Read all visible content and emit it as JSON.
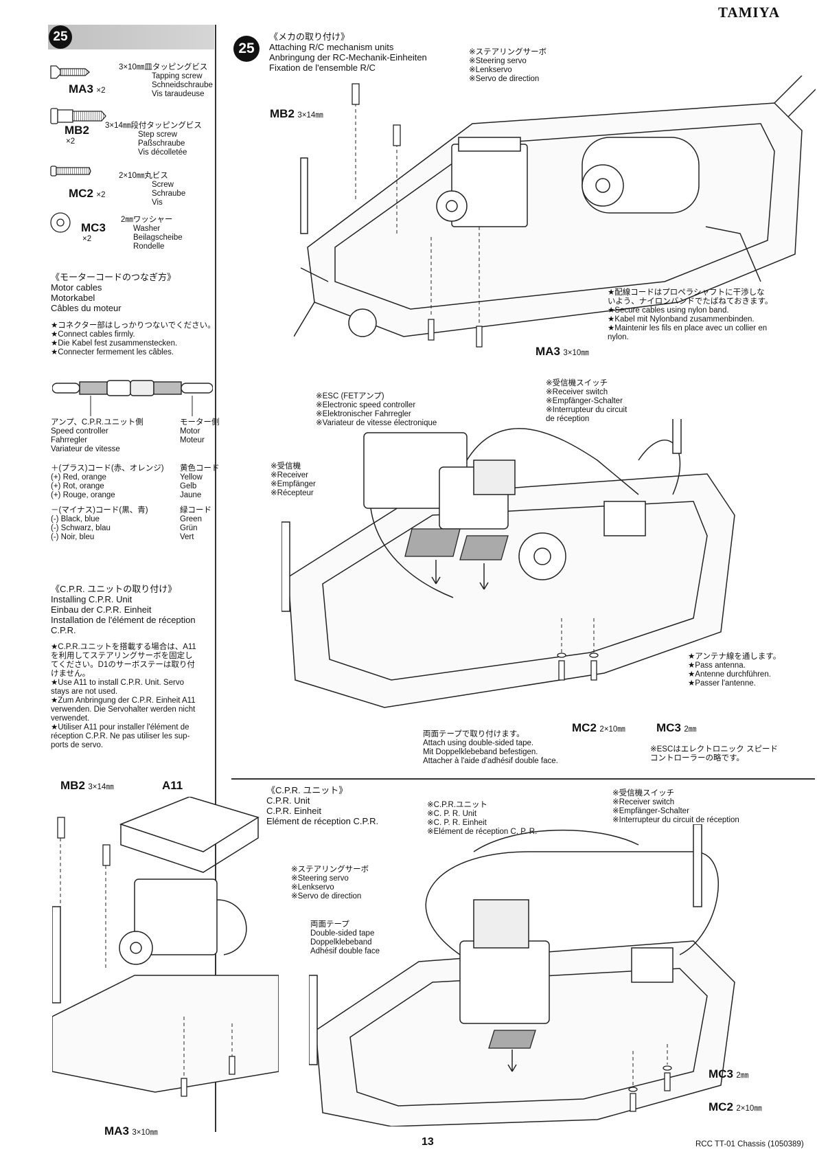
{
  "header": {
    "brand": "TAMIYA",
    "step": "25"
  },
  "parts": [
    {
      "code": "MA3",
      "qty": "×2",
      "jp": "3×10㎜皿タッピングビス",
      "en": "Tapping screw",
      "de": "Schneidschraube",
      "fr": "Vis taraudeuse"
    },
    {
      "code": "MB2",
      "qty": "×2",
      "jp": "3×14㎜段付タッピングビス",
      "en": "Step screw",
      "de": "Paßschraube",
      "fr": "Vis décolletée"
    },
    {
      "code": "MC2",
      "qty": "×2",
      "jp": "2×10㎜丸ビス",
      "en": "Screw",
      "de": "Schraube",
      "fr": "Vis"
    },
    {
      "code": "MC3",
      "qty": "×2",
      "jp": "2㎜ワッシャー",
      "en": "Washer",
      "de": "Beilagscheibe",
      "fr": "Rondelle"
    }
  ],
  "motor": {
    "title": [
      "《モーターコードのつなぎ方》",
      "Motor cables",
      "Motorkabel",
      "Câbles du moteur"
    ],
    "notes": [
      "★コネクター部はしっかりつないでください。",
      "★Connect cables firmly.",
      "★Die Kabel fest zusammenstecken.",
      "★Connecter fermement les câbles."
    ],
    "left": [
      "アンプ、C.P.R.ユニット側",
      "Speed controller",
      "Fahrregler",
      "Variateur de vitesse"
    ],
    "right": [
      "モーター側",
      "Motor",
      "Moteur"
    ],
    "plus_left": [
      "＋(プラス)コード(赤、オレンジ)",
      "(+) Red, orange",
      "(+) Rot, orange",
      "(+) Rouge, orange"
    ],
    "plus_right": [
      "黄色コード",
      "Yellow",
      "Gelb",
      "Jaune"
    ],
    "minus_left": [
      "－(マイナス)コード(黒、青)",
      "(-) Black, blue",
      "(-) Schwarz, blau",
      "(-) Noir, bleu"
    ],
    "minus_right": [
      "緑コード",
      "Green",
      "Grün",
      "Vert"
    ]
  },
  "cpr_install": {
    "title": [
      "《C.P.R. ユニットの取り付け》",
      "Installing C.P.R. Unit",
      "Einbau der C.P.R. Einheit",
      "Installation de l'élément de réception",
      "C.P.R."
    ],
    "notes": [
      "★C.P.R.ユニットを搭載する場合は、A11",
      "を利用してステアリングサーボを固定し",
      "てください。D1のサーボステーは取り付",
      "けません。",
      "★Use A11 to install C.P.R. Unit. Servo",
      "stays are not used.",
      "★Zum Anbringung der C.P.R. Einheit A11",
      "verwenden. Die Servohalter werden nicht",
      "verwendet.",
      "★Utiliser A11 pour installer l'élément de",
      "réception C.P.R. Ne pas utiliser les sup-",
      "ports de servo."
    ]
  },
  "main_title": [
    "《メカの取り付け》",
    "Attaching R/C mechanism units",
    "Anbringung der RC-Mechanik-Einheiten",
    "Fixation de l'ensemble R/C"
  ],
  "labels": {
    "steering_servo": [
      "※ステアリングサーボ",
      "※Steering servo",
      "※Lenkservo",
      "※Servo de direction"
    ],
    "mb2": "MB2",
    "mb2_size": "3×14㎜",
    "ma3": "MA3",
    "ma3_size": "3×10㎜",
    "nylon": [
      "★配線コードはプロペラシャフトに干渉しな",
      "いよう、ナイロンバンドでたばねておきます。",
      "★Secure cables using nylon band.",
      "★Kabel mit Nylonband zusammenbinden.",
      "★Maintenir les fils en place avec un collier en",
      "nylon."
    ],
    "esc": [
      "※ESC (FETアンプ)",
      "※Electronic speed controller",
      "※Elektronischer Fahrregler",
      "※Variateur de vitesse électronique"
    ],
    "receiver_switch": [
      "※受信機スイッチ",
      "※Receiver switch",
      "※Empfänger-Schalter",
      "※Interrupteur du circuit",
      "de réception"
    ],
    "receiver": [
      "※受信機",
      "※Receiver",
      "※Empfänger",
      "※Récepteur"
    ],
    "antenna": [
      "★アンテナ線を通します。",
      "★Pass antenna.",
      "★Antenne durchführen.",
      "★Passer l'antenne."
    ],
    "tape": [
      "両面テープで取り付けます。",
      "Attach using double-sided tape.",
      "Mit Doppelklebeband befestigen.",
      "Attacher à l'aide d'adhésif double face."
    ],
    "mc2": "MC2",
    "mc2_size": "2×10㎜",
    "mc3": "MC3",
    "mc3_size": "2㎜",
    "esc_note": [
      "※ESCはエレクトロニック スピード",
      "コントローラーの略です。"
    ]
  },
  "cpr_unit": {
    "title": [
      "《C.P.R. ユニット》",
      "C.P.R. Unit",
      "C.P.R. Einheit",
      "Elément de réception C.P.R."
    ],
    "mb2": "MB2",
    "mb2_size": "3×14㎜",
    "a11": "A11",
    "cpr": [
      "※C.P.R.ユニット",
      "※C. P. R. Unit",
      "※C. P. R. Einheit",
      "※Elément de réception C. P. R."
    ],
    "receiver_switch": [
      "※受信機スイッチ",
      "※Receiver switch",
      "※Empfänger-Schalter",
      "※Interrupteur du circuit de réception"
    ],
    "steering_servo": [
      "※ステアリングサーボ",
      "※Steering servo",
      "※Lenkservo",
      "※Servo de direction"
    ],
    "tape": [
      "両面テープ",
      "Double-sided tape",
      "Doppelklebeband",
      "Adhésif double face"
    ],
    "mc3": "MC3",
    "mc3_size": "2㎜",
    "mc2": "MC2",
    "mc2_size": "2×10㎜",
    "ma3": "MA3",
    "ma3_size": "3×10㎜"
  },
  "footer": {
    "page": "13",
    "doc": "RCC TT-01 Chassis (1050389)"
  }
}
